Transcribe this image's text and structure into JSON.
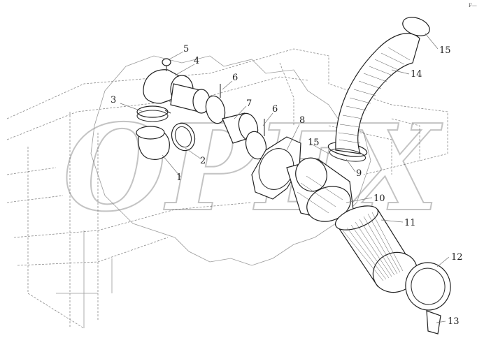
{
  "diagram": {
    "watermark": "OPEX",
    "corner_mark": "F—",
    "callouts": [
      {
        "id": "c1",
        "label": "1"
      },
      {
        "id": "c2",
        "label": "2"
      },
      {
        "id": "c3",
        "label": "3"
      },
      {
        "id": "c4",
        "label": "4"
      },
      {
        "id": "c5",
        "label": "5"
      },
      {
        "id": "c6a",
        "label": "6"
      },
      {
        "id": "c6b",
        "label": "6"
      },
      {
        "id": "c7",
        "label": "7"
      },
      {
        "id": "c8",
        "label": "8"
      },
      {
        "id": "c9",
        "label": "9"
      },
      {
        "id": "c10",
        "label": "10"
      },
      {
        "id": "c11",
        "label": "11"
      },
      {
        "id": "c12",
        "label": "12"
      },
      {
        "id": "c13",
        "label": "13"
      },
      {
        "id": "c14",
        "label": "14"
      },
      {
        "id": "c15a",
        "label": "15"
      },
      {
        "id": "c15b",
        "label": "15"
      }
    ]
  }
}
